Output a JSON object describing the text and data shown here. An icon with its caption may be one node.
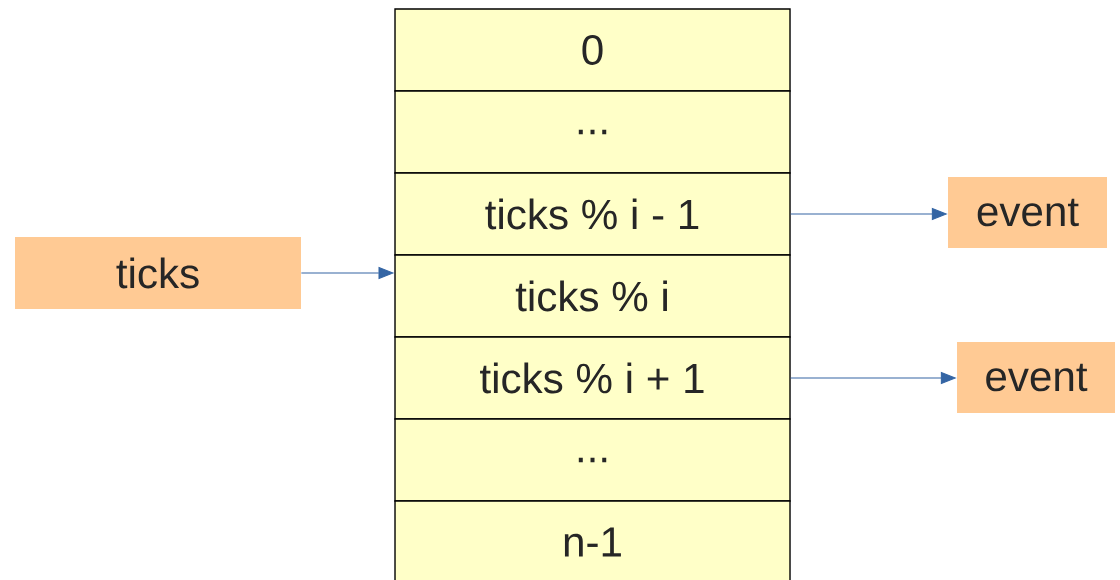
{
  "diagram": {
    "nodes": [
      {
        "text": [
          "0"
        ]
      },
      {
        "text": [
          "..."
        ]
      },
      {
        "text": [
          "ticks % i - 1"
        ]
      },
      {
        "text": [
          "ticks % i"
        ]
      },
      {
        "text": [
          "ticks % i + 1"
        ]
      },
      {
        "text": [
          "..."
        ]
      },
      {
        "text": [
          "n-1"
        ]
      },
      {
        "text": [
          "ticks"
        ]
      },
      {
        "text": [
          "event"
        ]
      },
      {
        "text": [
          "event"
        ]
      }
    ],
    "edges": [
      {
        "from": 7,
        "to": 3,
        "arrow": "to"
      },
      {
        "from": 2,
        "to": 8,
        "arrow": "to"
      },
      {
        "from": 4,
        "to": 9,
        "arrow": "to"
      }
    ]
  }
}
